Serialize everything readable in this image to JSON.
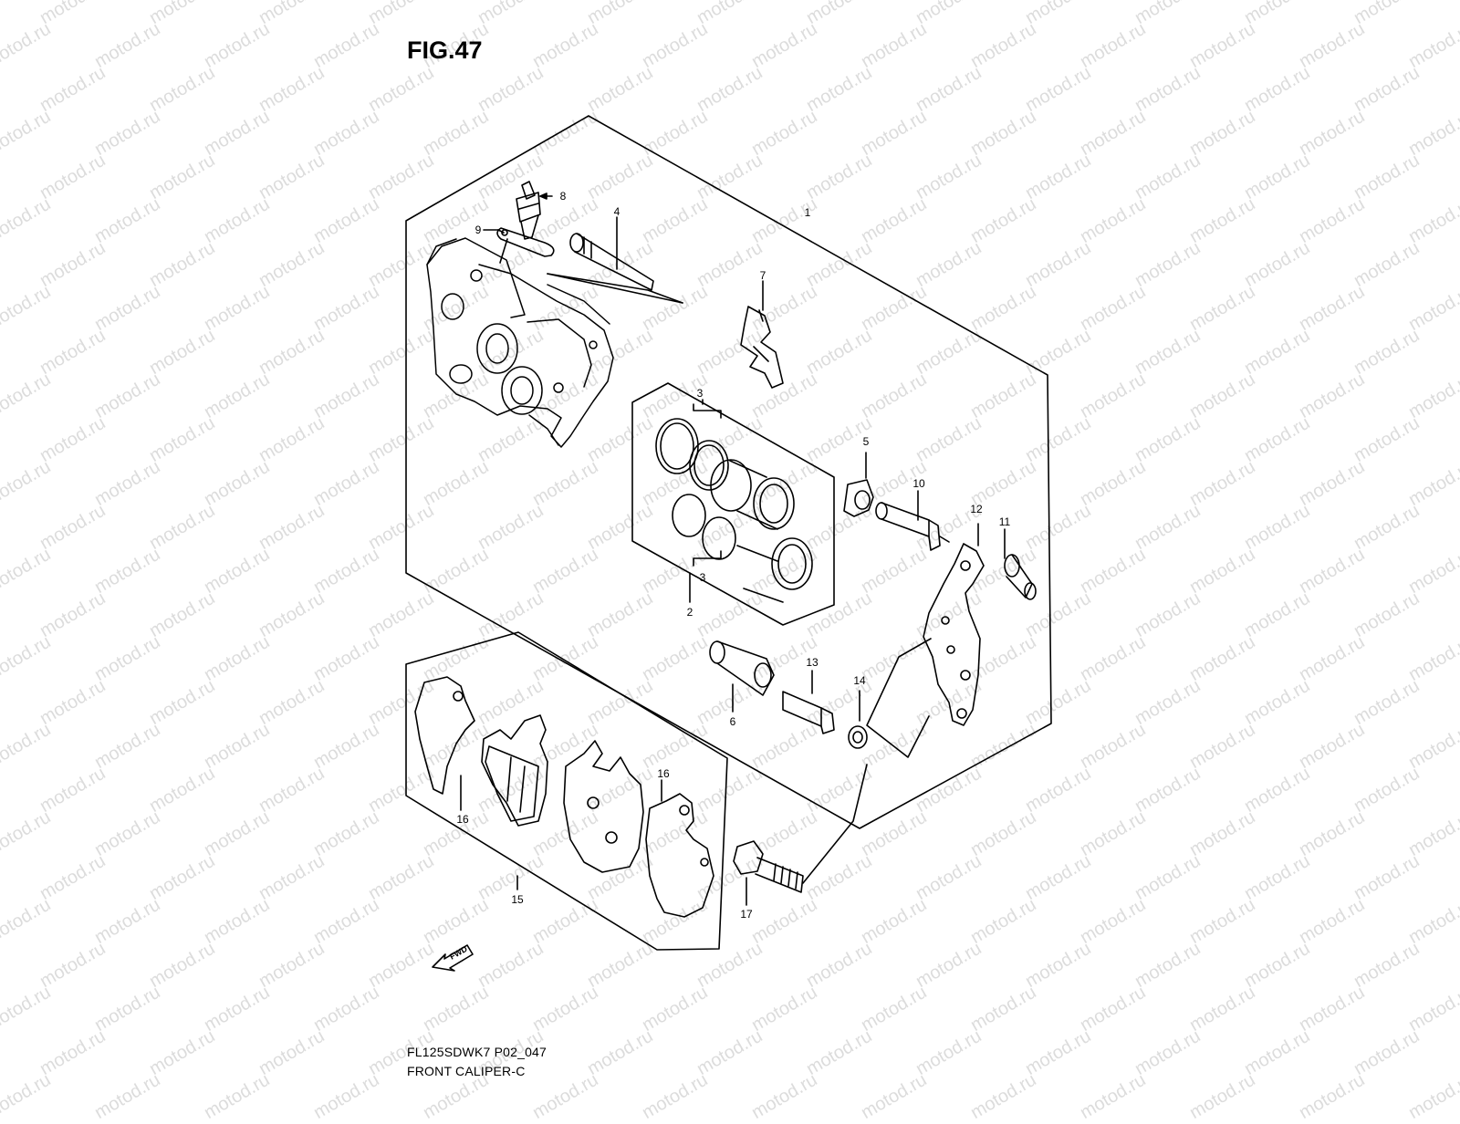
{
  "figure": {
    "title": "FIG.47",
    "code": "FL125SDWK7 P02_047",
    "name": "FRONT CALIPER-C"
  },
  "watermark": "motod.ru",
  "fwd_label": "FWD",
  "callouts": {
    "c1": "1",
    "c2": "2",
    "c3a": "3",
    "c3b": "3",
    "c4": "4",
    "c5": "5",
    "c6": "6",
    "c7": "7",
    "c8": "8",
    "c9": "9",
    "c10": "10",
    "c11": "11",
    "c12": "12",
    "c13": "13",
    "c14": "14",
    "c15": "15",
    "c16a": "16",
    "c16b": "16",
    "c17": "17"
  },
  "colors": {
    "ink": "#000000",
    "watermark": "#dcdcdc",
    "background": "#ffffff"
  }
}
